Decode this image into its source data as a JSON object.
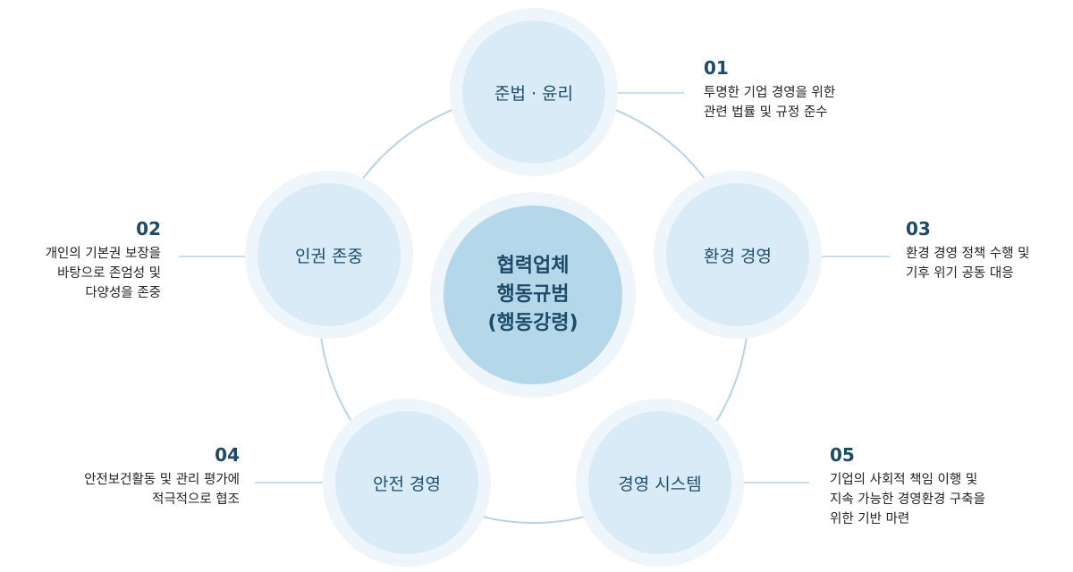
{
  "center": {
    "lines": [
      "협력업체",
      "행동규범",
      "(행동강령)"
    ]
  },
  "nodes": [
    {
      "label": "준법 · 윤리",
      "number": "01",
      "desc": [
        "투명한 기업 경영을 위한",
        "관련 법률 및 규정 준수"
      ]
    },
    {
      "label": "인권 존중",
      "number": "02",
      "desc": [
        "개인의 기본권 보장을",
        "바탕으로 존엄성 및",
        "다양성을 존중"
      ]
    },
    {
      "label": "환경 경영",
      "number": "03",
      "desc": [
        "환경 경영 정책 수행 및",
        "기후 위기 공동 대응"
      ]
    },
    {
      "label": "안전 경영",
      "number": "04",
      "desc": [
        "안전보건활동 및 관리 평가에",
        "적극적으로 협조"
      ]
    },
    {
      "label": "경영 시스템",
      "number": "05",
      "desc": [
        "기업의 사회적 책임 이행 및",
        "지속 가능한 경영환경 구축을",
        "위한 기반 마련"
      ]
    }
  ],
  "colors": {
    "halo": "#eef5fb",
    "node": "#d9ebf7",
    "center": "#b4d7ea",
    "text": "#1d4a66",
    "line": "#b5d4e6"
  }
}
